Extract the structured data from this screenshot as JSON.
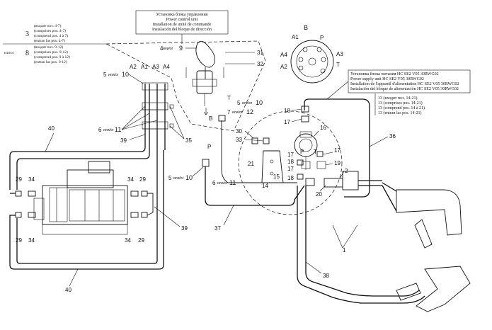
{
  "captions": {
    "control_unit": [
      "Установка блока управления",
      "Power control unit",
      "Installation de unité de commande",
      "Instalación del bloque de dirección"
    ],
    "supply_unit": [
      "Установка блока питания HC SE2 V05 30RWG02",
      "Power supply unit HC SE2 V05 30RWG02",
      "Installation de l'appareil d'alimentation HC SE2 V05 30RWG02",
      "Instalación del bloque de alimentación HC SE2 V05 30RWG02"
    ],
    "group3": {
      "num": "3",
      "lines": [
        "(входят поз. 4-7)",
        "(comprises pos. 4-7)",
        "(comprend pos. 4 à 7)",
        "(entran las pos. 4-7)"
      ]
    },
    "group8": {
      "prefix": "или/or",
      "num": "8",
      "lines": [
        "(входят поз. 9-12)",
        "(comprises pos. 9-12)",
        "(comprend pos. 9 à 12)",
        "(entran las pos. 9-12)"
      ]
    },
    "group13": [
      "13 (входят поз. 14-21)",
      "13 (comprises pos. 14-21)",
      "13 (comprend pos. 14 à 21)",
      "13 (entran las pos. 14-21)"
    ]
  },
  "view_b": {
    "title": "В",
    "ports": [
      "A1",
      "P",
      "A4",
      "A3",
      "A2",
      "T"
    ]
  },
  "labels": {
    "port_A1": "A1",
    "port_A2": "A2",
    "port_A3": "A3",
    "port_A4": "A4",
    "port_P_upper": "P",
    "port_P_lower": "P",
    "port_T_upper": "T",
    "port_T_lower": "T",
    "view_arrow": "В",
    "n4or9": "4",
    "n4or9_b": "9",
    "ili": "или/or",
    "n5or10_a": "5",
    "n5or10_a_b": "10",
    "n5or10_b": "5",
    "n5or10_b_b": "10",
    "n5or10_c": "5",
    "n5or10_c_b": "10",
    "n6or11_a": "6",
    "n6or11_a_b": "11",
    "n6or11_b": "6",
    "n6or11_b_b": "11",
    "n7or12": "7",
    "n7or12_b": "12",
    "n1": "1",
    "n2": "2",
    "n14": "14",
    "n15": "15",
    "n16": "16",
    "n17a": "17",
    "n17b": "17",
    "n17c": "17",
    "n17d": "17",
    "n18a": "18",
    "n18b": "18",
    "n18c": "18",
    "n19": "19",
    "n20": "20",
    "n21": "21",
    "n29a": "29",
    "n29b": "29",
    "n29c": "29",
    "n29d": "29",
    "n30": "30",
    "n31": "31",
    "n32": "32",
    "n33": "33",
    "n34a": "34",
    "n34b": "34",
    "n34c": "34",
    "n34d": "34",
    "n35": "35",
    "n36": "36",
    "n37": "37",
    "n38": "38",
    "n39a": "39",
    "n39b": "39",
    "n40a": "40",
    "n40b": "40"
  }
}
